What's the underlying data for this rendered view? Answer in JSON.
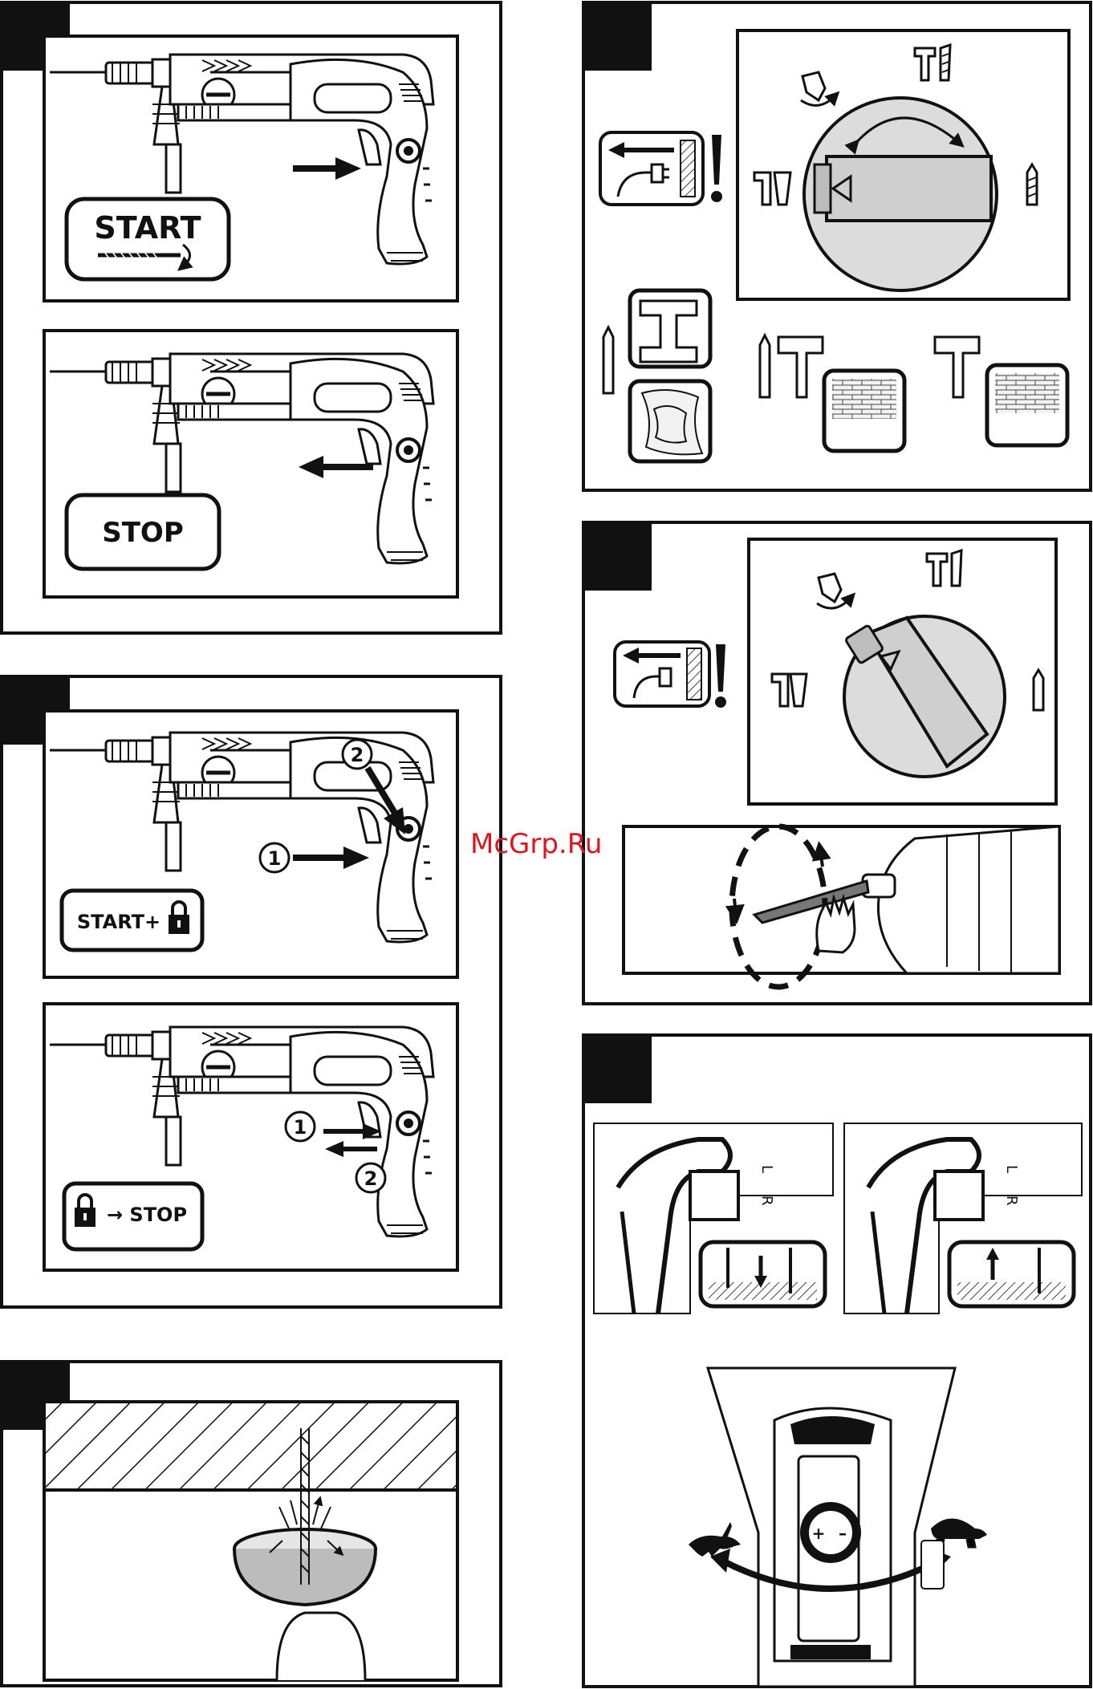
{
  "labels": {
    "start": "START",
    "stop": "STOP",
    "start_lock": "START+",
    "lock_stop": "→ STOP",
    "num_1": "1",
    "num_2": "2",
    "left_mark": "L",
    "right_mark": "R",
    "plus": "+",
    "minus": "–"
  },
  "watermark": "McGrp.Ru",
  "colors": {
    "ink": "#111111",
    "paper": "#ffffff",
    "dial": "#dcdcdc",
    "watermark": "#e0141e"
  },
  "icons": [
    "plug-icon",
    "warning-icon",
    "drill-mode-icon",
    "hammer-drill-icon",
    "chisel-icon",
    "rotation-icon",
    "lock-icon",
    "hand-icon",
    "hare-icon",
    "tortoise-icon",
    "screw-icon"
  ]
}
